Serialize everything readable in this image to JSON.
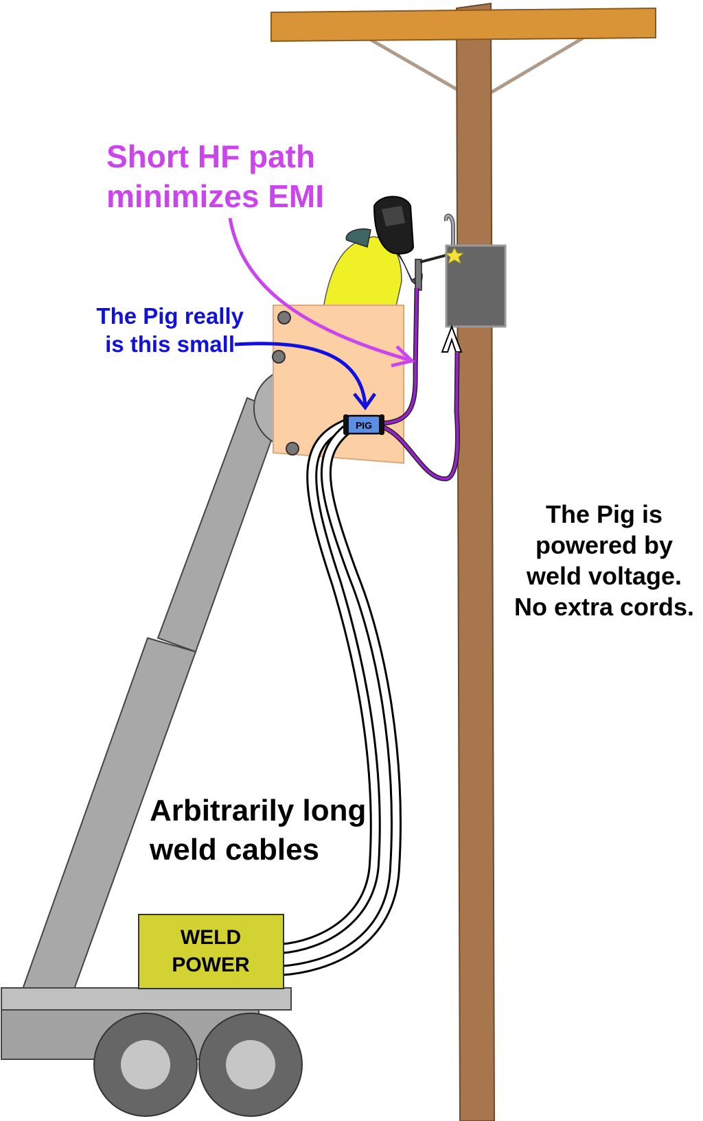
{
  "labels": {
    "hf_line1": "Short HF path",
    "hf_line2": "minimizes EMI",
    "small_line1": "The Pig really",
    "small_line2": "is this small",
    "powered_line1": "The Pig is",
    "powered_line2": "powered by",
    "powered_line3": "weld voltage.",
    "powered_line4": "No extra cords.",
    "cables_line1": "Arbitrarily long",
    "cables_line2": "weld cables",
    "weld_power_line1": "WELD",
    "weld_power_line2": "POWER",
    "pig": "PIG"
  },
  "colors": {
    "hf_text": "#cc44ee",
    "small_text": "#1111dd",
    "body_text": "#000000",
    "pole": "#a8764c",
    "crossarm": "#d89436",
    "bucket": "#fccfa4",
    "boom": "#a8a8a8",
    "weld_power_box": "#d2d232",
    "pig_body": "#5b8fe6",
    "hf_cable": "#9922cc",
    "transformer": "#666666",
    "worker_vest": "#f0f026"
  },
  "icons": [
    "welding-helmet-icon",
    "spark-icon",
    "ground-clamp-icon",
    "wheel-icon"
  ]
}
